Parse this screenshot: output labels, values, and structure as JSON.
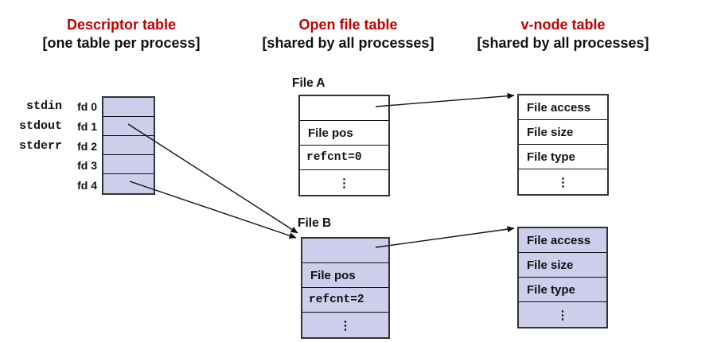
{
  "columns": [
    {
      "title": "Descriptor table",
      "subtitle": "[one table per process]"
    },
    {
      "title": "Open file table",
      "subtitle": "[shared by all processes]"
    },
    {
      "title": "v-node table",
      "subtitle": "[shared by all processes]"
    }
  ],
  "descriptor_table": {
    "std_labels": [
      "stdin",
      "stdout",
      "stderr"
    ],
    "fd_labels": [
      "fd 0",
      "fd 1",
      "fd 2",
      "fd 3",
      "fd 4"
    ]
  },
  "open_file_tables": [
    {
      "label": "File A",
      "rows": [
        "",
        "File pos",
        "refcnt=0",
        "⋮"
      ]
    },
    {
      "label": "File B",
      "rows": [
        "",
        "File pos",
        "refcnt=2",
        "⋮"
      ]
    }
  ],
  "vnode_tables": [
    {
      "rows": [
        "File access",
        "File size",
        "File type",
        "⋮"
      ]
    },
    {
      "rows": [
        "File access",
        "File size",
        "File type",
        "⋮"
      ]
    }
  ],
  "colors": {
    "title_red": "#c00000",
    "table_fill_lavender": "#cdcdec",
    "table_fill_white": "#ffffff",
    "line_black": "#111111"
  }
}
